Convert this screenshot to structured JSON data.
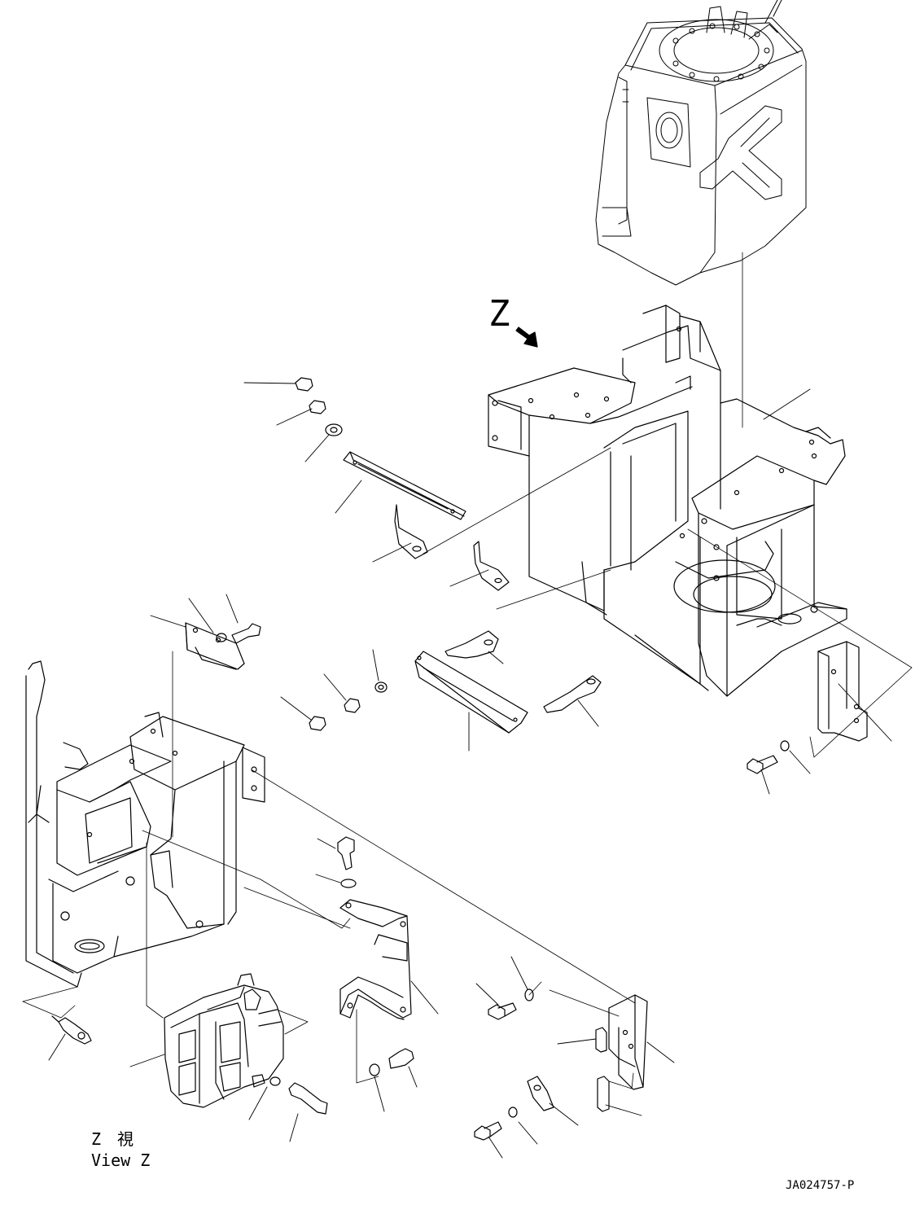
{
  "view_marker": {
    "letter": "Z"
  },
  "view_caption": {
    "line1": "Z　視",
    "line2": "View Z"
  },
  "drawing_number": "JA024757-P"
}
